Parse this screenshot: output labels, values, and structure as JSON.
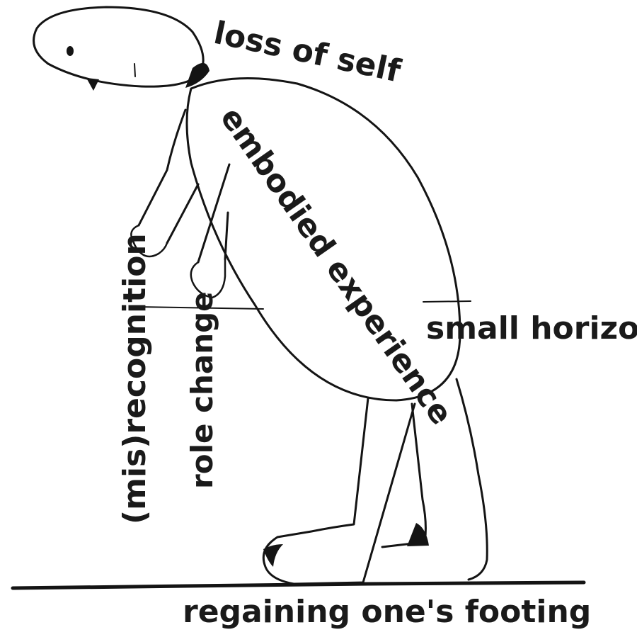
{
  "diagram": {
    "labels": {
      "loss_of_self": "loss of self",
      "embodied_experience": "embodied experience",
      "small_horizon": "small horizon",
      "misrecognition": "(mis)recognition",
      "role_change": "role change",
      "regaining_footing": "regaining one's footing"
    },
    "colors": {
      "ink": "#141414",
      "background": "#ffffff"
    }
  }
}
